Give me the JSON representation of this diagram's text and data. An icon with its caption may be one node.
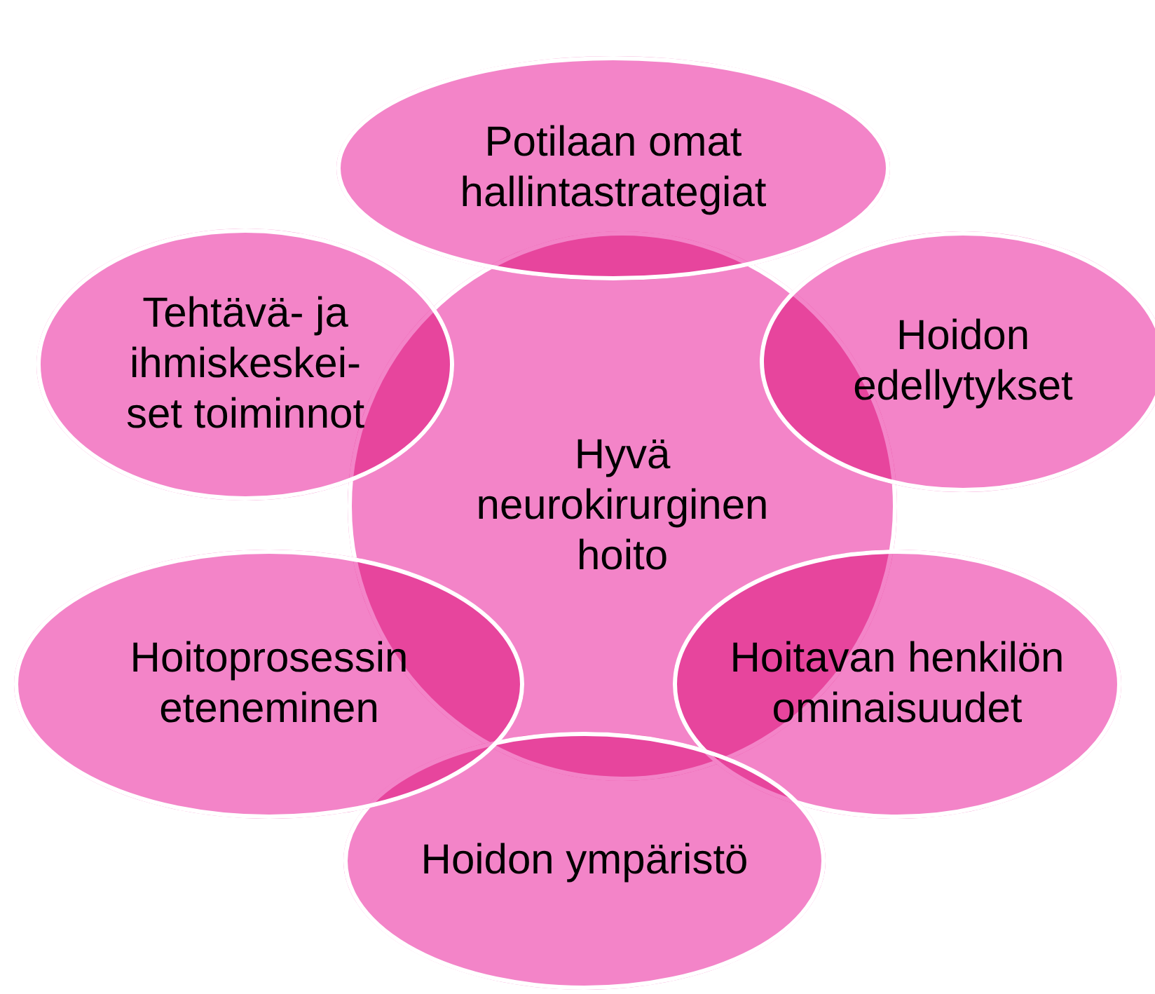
{
  "diagram": {
    "nodes": [
      {
        "text": [
          "Hyvä neurokirurginen hoito"
        ]
      },
      {
        "text": [
          "Potilaan omat hallintastrategiat"
        ]
      },
      {
        "text": [
          "Hoidon edellytykset"
        ]
      },
      {
        "text": [
          "Hoitavan henkilön ominaisuudet"
        ]
      },
      {
        "text": [
          "Hoidon ympäristö"
        ]
      },
      {
        "text": [
          "Hoitoprosessin eteneminen"
        ]
      },
      {
        "text": [
          "Tehtävä- ja ihmiskeskei- set toiminnot"
        ]
      }
    ]
  }
}
